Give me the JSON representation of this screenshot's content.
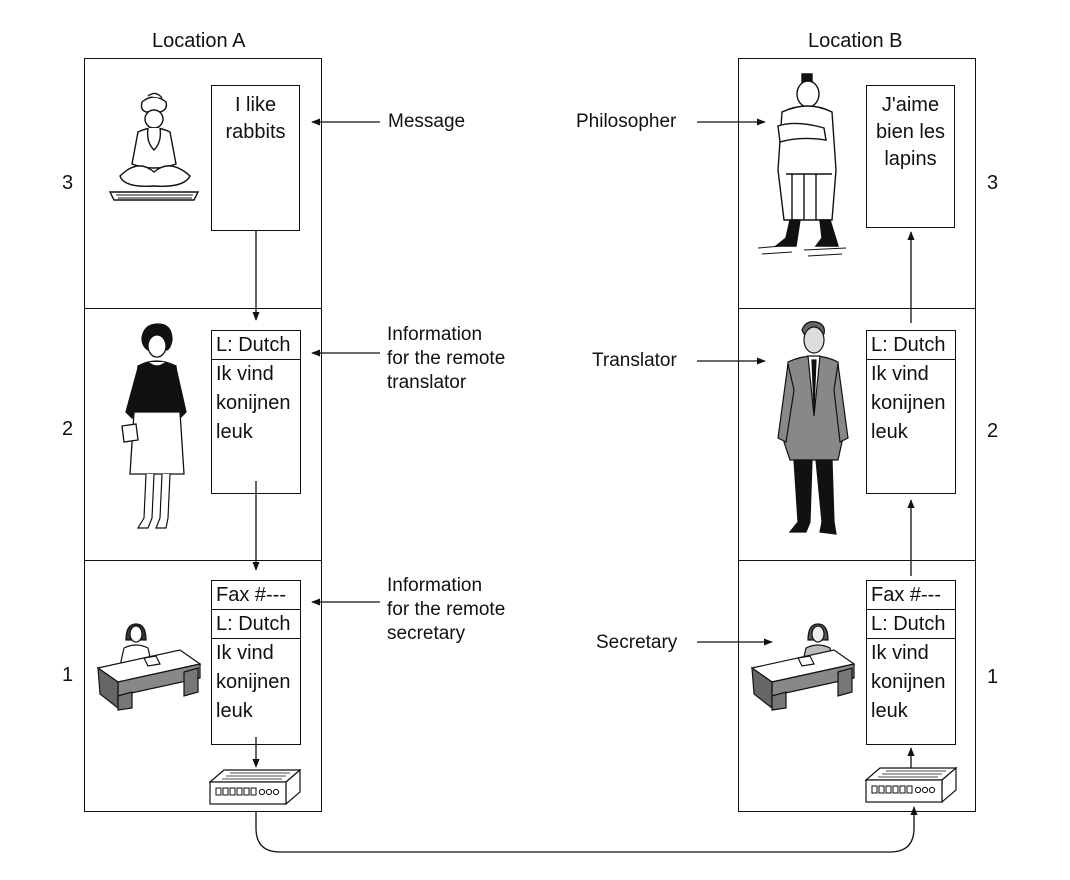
{
  "locations": {
    "a": {
      "title": "Location A"
    },
    "b": {
      "title": "Location B"
    }
  },
  "layer_numbers": {
    "a": [
      "3",
      "2",
      "1"
    ],
    "b": [
      "3",
      "2",
      "1"
    ]
  },
  "location_a": {
    "layer3_doc": [
      "I like",
      "rabbits"
    ],
    "layer2_doc": {
      "header": "L: Dutch",
      "body": [
        "Ik vind",
        "konijnen",
        "leuk"
      ]
    },
    "layer1_doc": {
      "header1": "Fax #---",
      "header2": "L: Dutch",
      "body": [
        "Ik vind",
        "konijnen",
        "leuk"
      ]
    }
  },
  "location_b": {
    "layer3_doc": [
      "J'aime",
      "bien les",
      "lapins"
    ],
    "layer2_doc": {
      "header": "L: Dutch",
      "body": [
        "Ik vind",
        "konijnen",
        "leuk"
      ]
    },
    "layer1_doc": {
      "header1": "Fax #---",
      "header2": "L: Dutch",
      "body": [
        "Ik vind",
        "konijnen",
        "leuk"
      ]
    }
  },
  "annotations": {
    "message": "Message",
    "info_translator": [
      "Information",
      "for the remote",
      "translator"
    ],
    "info_secretary": [
      "Information",
      "for the remote",
      "secretary"
    ],
    "philosopher": "Philosopher",
    "translator": "Translator",
    "secretary": "Secretary"
  },
  "icons": {
    "a3": "philosopher-figure-icon",
    "a2": "translator-woman-icon",
    "a1": "secretary-desk-icon",
    "b3": "philosopher-monk-icon",
    "b2": "translator-man-icon",
    "b1": "secretary-desk-icon",
    "device": "fax-modem-icon"
  }
}
